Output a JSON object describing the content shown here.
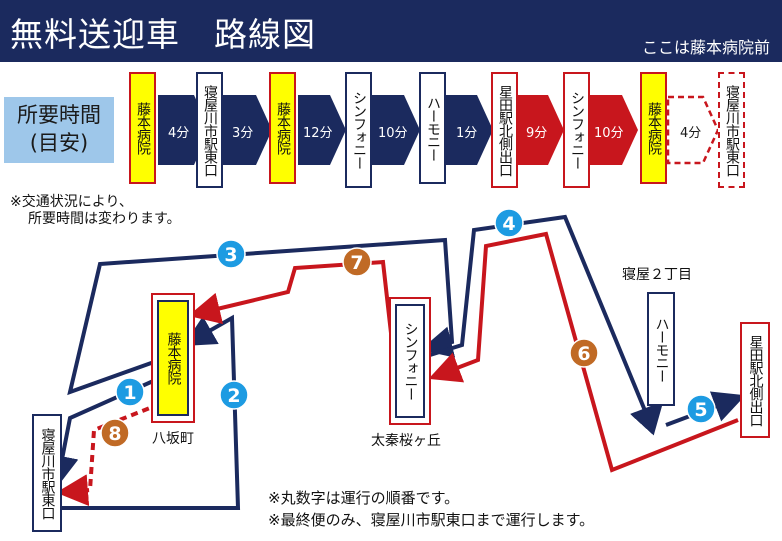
{
  "header": {
    "title": "無料送迎車　路線図",
    "current_location": "ここは藤本病院前"
  },
  "time_label": {
    "line1": "所要時間",
    "line2": "(目安)"
  },
  "timeline": {
    "stops": [
      "藤本病院",
      "寝屋川市駅東口",
      "藤本病院",
      "シンフォニー",
      "ハーモニー",
      "星田駅北側出口",
      "シンフォニー",
      "藤本病院",
      "寝屋川市駅東口"
    ],
    "durations": [
      "4分",
      "3分",
      "12分",
      "10分",
      "1分",
      "9分",
      "10分",
      "4分"
    ]
  },
  "traffic_note": {
    "line1": "※交通状況により、",
    "line2": "所要時間は変わります。"
  },
  "map": {
    "stops": {
      "fujimoto": "藤本病院",
      "symphony": "シンフォニー",
      "harmony": "ハーモニー",
      "hoshida": "星田駅北側出口",
      "neyagawa": "寝屋川市駅東口"
    },
    "places": {
      "hassaka": "八坂町",
      "uzumasa": "太秦桜ヶ丘",
      "neya": "寝屋２丁目"
    },
    "route_numbers": [
      "1",
      "2",
      "3",
      "4",
      "5",
      "6",
      "7",
      "8"
    ]
  },
  "footnotes": [
    "※丸数字は運行の順番です。",
    "※最終便のみ、寝屋川市駅東口まで運行します。"
  ],
  "colors": {
    "navy": "#1b2a5e",
    "red": "#c8161d",
    "yellow": "#ffff00",
    "light_blue": "#9ec7ea",
    "blue_badge": "#1d9be2",
    "orange_badge": "#c06a25"
  }
}
